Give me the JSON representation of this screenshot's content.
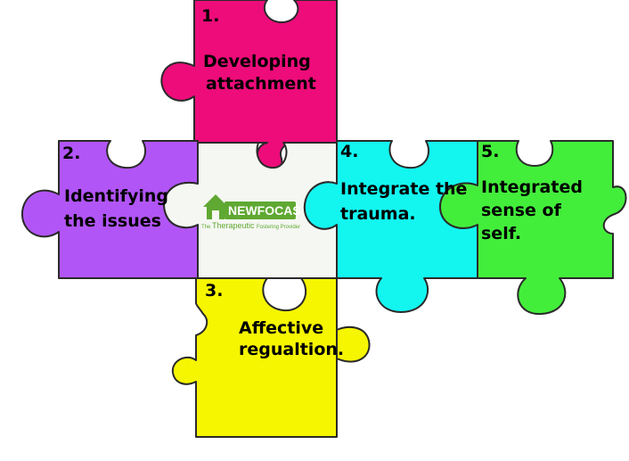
{
  "colors": {
    "piece_1": "#ed0c7a",
    "piece_2": "#b255f6",
    "piece_3": "#f6f600",
    "piece_4": "#13f6f0",
    "piece_5": "#43ee3b",
    "center": "#f5f7f2",
    "outline": "#2a2a2a",
    "logo": "#5fa832"
  },
  "pieces": [
    {
      "number": "1.",
      "line1": "Developing",
      "line2": "attachment"
    },
    {
      "number": "2.",
      "line1": "Identifying",
      "line2": "the issues"
    },
    {
      "number": "3.",
      "line1": "Affective",
      "line2": "regualtion."
    },
    {
      "number": "4.",
      "line1": "Integrate the",
      "line2": "trauma."
    },
    {
      "number": "5.",
      "line1": "Integrated",
      "line2": "sense of",
      "line3": "self."
    }
  ],
  "logo": {
    "word": "NEWFOCAS",
    "prefix": "The",
    "emphasis": "Therapeutic",
    "suffix": "Fostering Provider",
    "icon": "house-puzzle-icon"
  }
}
